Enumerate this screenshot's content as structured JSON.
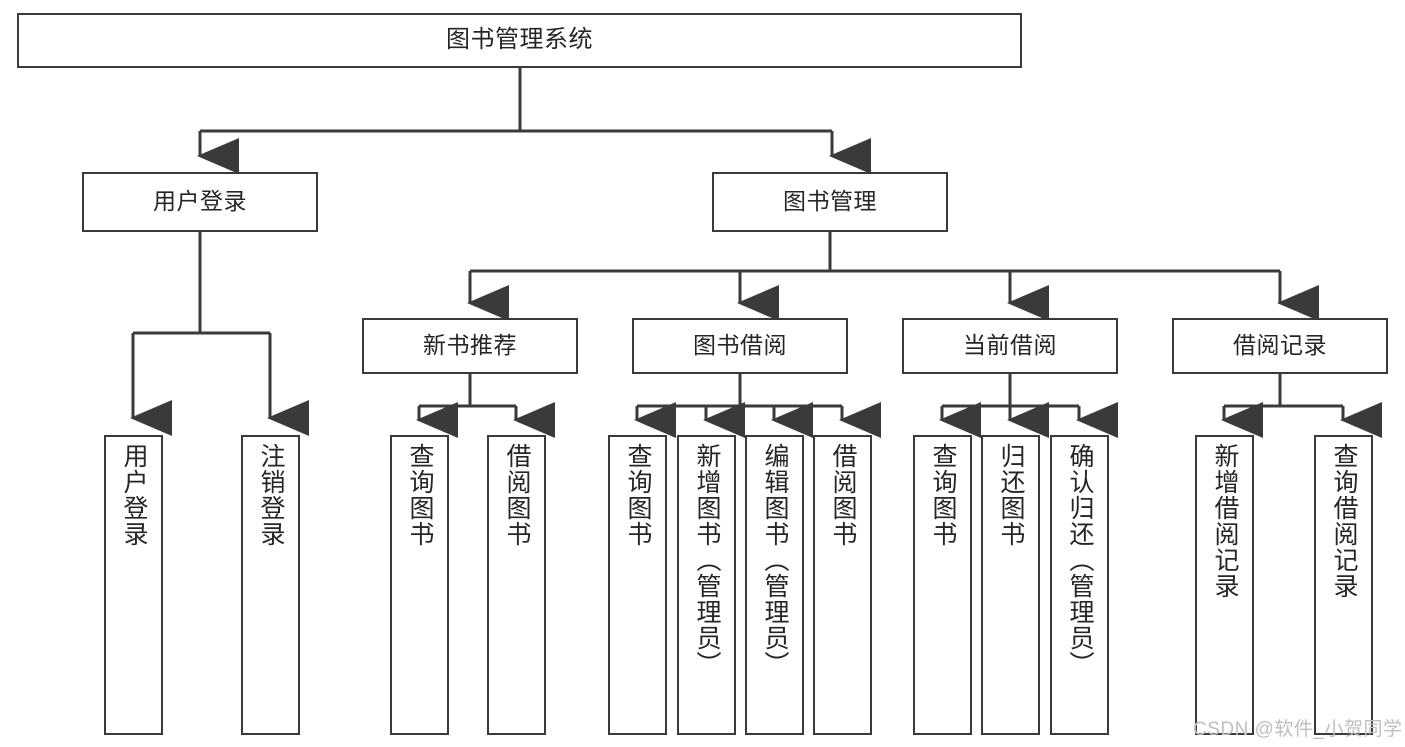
{
  "diagram": {
    "type": "tree",
    "title": "图书管理系统",
    "root": {
      "label": "图书管理系统"
    },
    "level2": [
      {
        "label": "用户登录"
      },
      {
        "label": "图书管理"
      }
    ],
    "level3": [
      {
        "label": "新书推荐"
      },
      {
        "label": "图书借阅"
      },
      {
        "label": "当前借阅"
      },
      {
        "label": "借阅记录"
      }
    ],
    "leaves": {
      "user_login": [
        {
          "label": "用户登录"
        },
        {
          "label": "注销登录"
        }
      ],
      "new_book_recommend": [
        {
          "label": "查询图书"
        },
        {
          "label": "借阅图书"
        }
      ],
      "book_borrow": [
        {
          "label": "查询图书"
        },
        {
          "label": "新增图书（管理员）"
        },
        {
          "label": "编辑图书（管理员）"
        },
        {
          "label": "借阅图书"
        }
      ],
      "current_borrow": [
        {
          "label": "查询图书"
        },
        {
          "label": "归还图书"
        },
        {
          "label": "确认归还（管理员）"
        }
      ],
      "borrow_record": [
        {
          "label": "新增借阅记录"
        },
        {
          "label": "查询借阅记录"
        }
      ]
    }
  },
  "watermark": {
    "text": "CSDN @软件_小贺同学"
  },
  "colors": {
    "stroke": "#3a3a3a",
    "text": "#262626",
    "background": "#ffffff",
    "watermark": "#bfbfbf"
  }
}
